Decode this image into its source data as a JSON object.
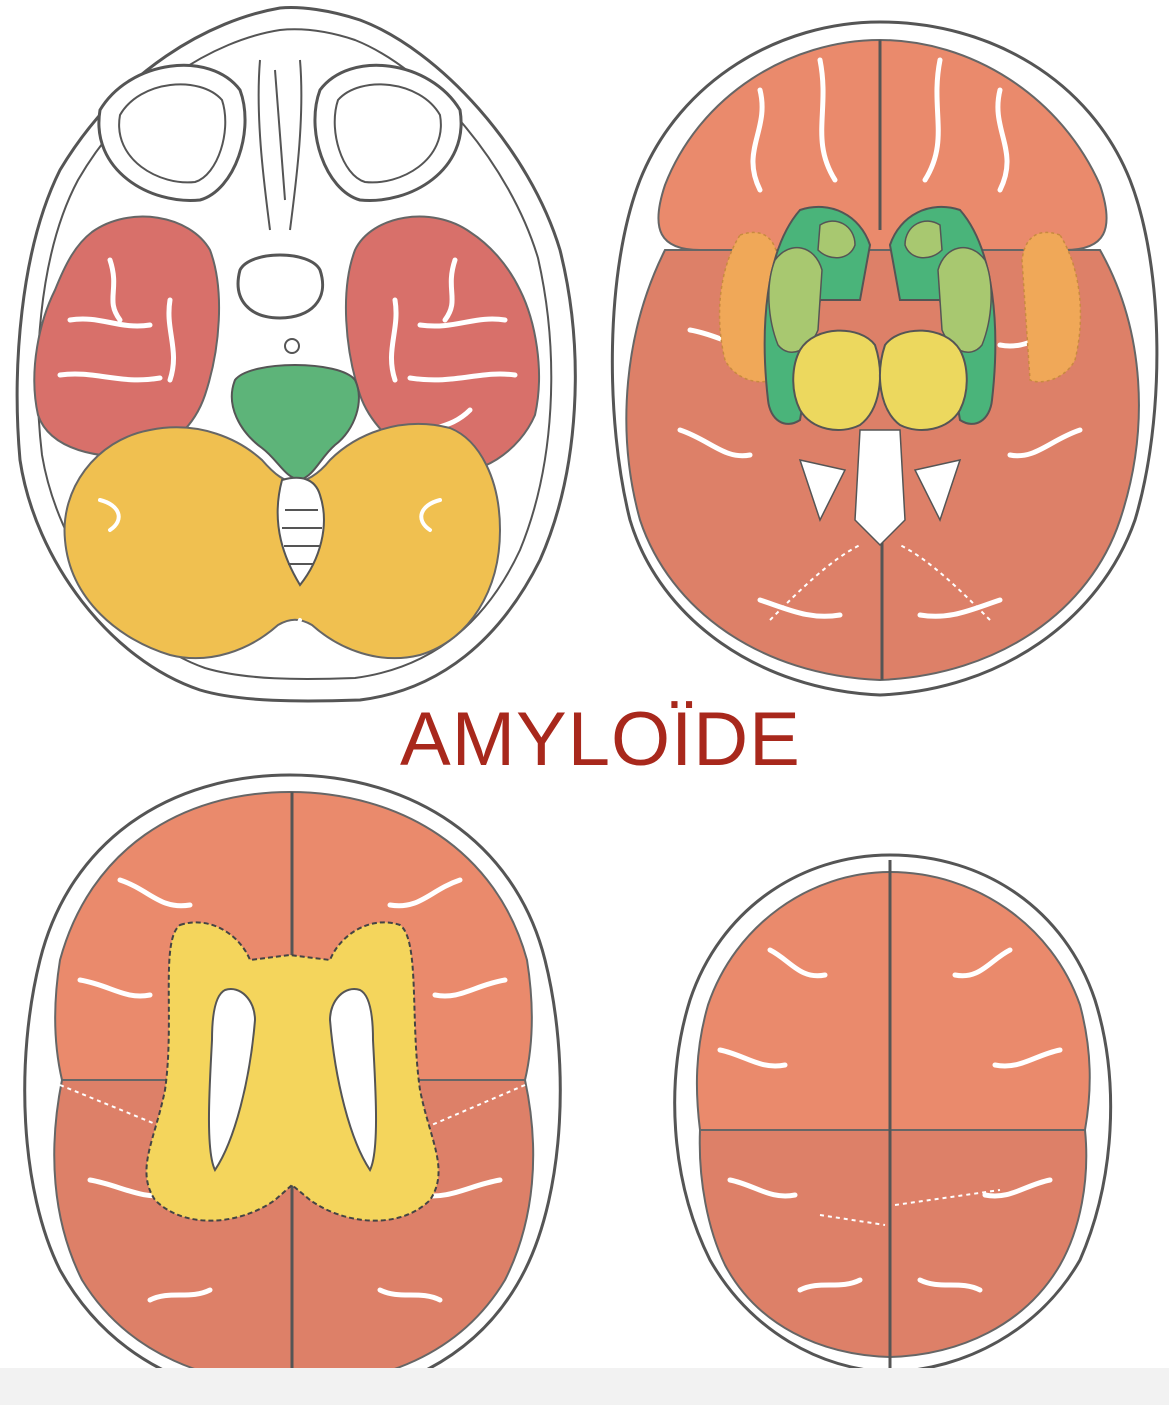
{
  "title": "AMYLOÏDE",
  "colors": {
    "title": "#a8281c",
    "outline": "#555555",
    "cortex_orange": "#ea8a6c",
    "cortex_salmon": "#dd8068",
    "temporal": "#d8706a",
    "cerebellum": "#f0c050",
    "brainstem": "#5db479",
    "striatum_green": "#4ab47a",
    "putamen_lightgreen": "#a8c870",
    "thalamus_yellow": "#ecd85e",
    "insula": "#f0a858",
    "white_matter_yellow": "#f4d55c",
    "background": "#ffffff"
  },
  "panels": [
    {
      "name": "axial-slice-skull-base",
      "regions": [
        "temporal-lobes",
        "brainstem",
        "cerebellum"
      ]
    },
    {
      "name": "axial-slice-basal-ganglia",
      "regions": [
        "cortex",
        "striatum",
        "thalamus",
        "insula"
      ]
    },
    {
      "name": "axial-slice-ventricles",
      "regions": [
        "cortex",
        "periventricular-white-matter"
      ]
    },
    {
      "name": "axial-slice-vertex",
      "regions": [
        "cortex"
      ]
    }
  ]
}
